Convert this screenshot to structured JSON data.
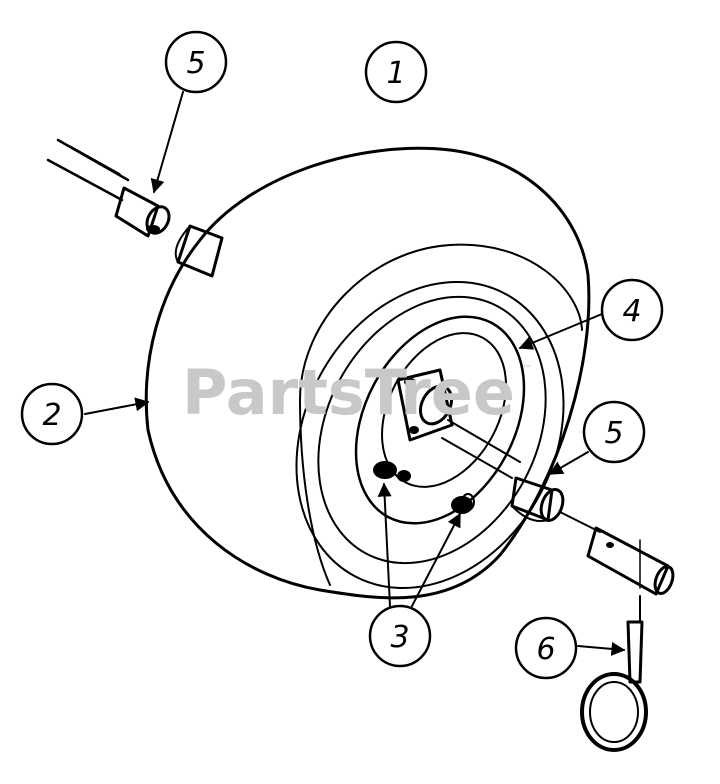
{
  "watermark": {
    "text": "PartsTree",
    "trademark": "™"
  },
  "callouts": [
    {
      "id": "callout-1",
      "label": "1"
    },
    {
      "id": "callout-2",
      "label": "2"
    },
    {
      "id": "callout-3",
      "label": "3"
    },
    {
      "id": "callout-4",
      "label": "4"
    },
    {
      "id": "callout-5a",
      "label": "5"
    },
    {
      "id": "callout-5b",
      "label": "5"
    },
    {
      "id": "callout-6",
      "label": "6"
    }
  ]
}
